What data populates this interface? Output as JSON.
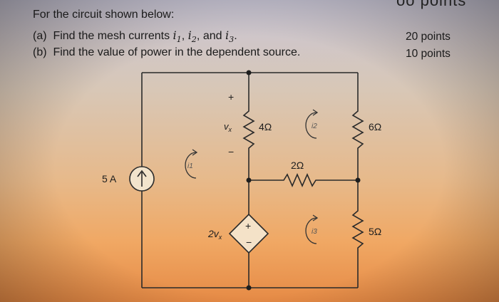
{
  "header_cut_text": "oo points",
  "problem": {
    "intro": "For the circuit shown below:",
    "part_a": {
      "label": "(a)",
      "text_before": "Find the mesh currents",
      "currents": [
        "i",
        "i",
        "i"
      ],
      "current_subs": [
        "1",
        "2",
        "3"
      ],
      "text_after": "and",
      "points": "20 points"
    },
    "part_b": {
      "label": "(b)",
      "text": "Find the value of power in the dependent source.",
      "points": "10 points"
    }
  },
  "circuit": {
    "labels": {
      "current_source": "5 A",
      "r_4": "4Ω",
      "r_6": "6Ω",
      "r_2": "2Ω",
      "r_5": "5Ω",
      "vx": "v",
      "vx_sub": "x",
      "vx_plus": "+",
      "vx_minus": "−",
      "dep_source": "2v",
      "dep_source_sub": "x",
      "dep_plus": "+",
      "dep_minus": "−",
      "mesh_1": "i1",
      "mesh_2": "i2",
      "mesh_3": "i3"
    }
  }
}
